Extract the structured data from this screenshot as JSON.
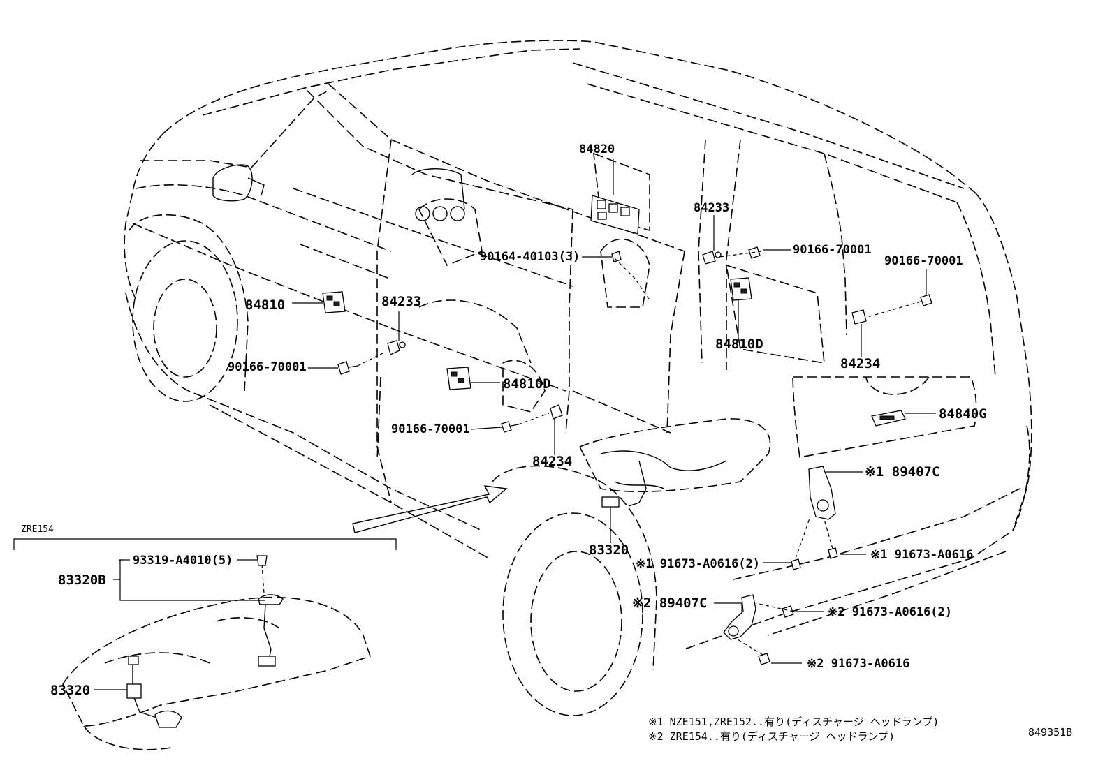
{
  "diagram": {
    "code": "849351B",
    "inset_label": "ZRE154",
    "labels": {
      "p84820": "84820",
      "p84233_right": "84233",
      "p90166_right_top": "90166-70001",
      "p90164": "90164-40103(3)",
      "p90166_far_right": "90166-70001",
      "p84810": "84810",
      "p84233_left": "84233",
      "p84810D_right": "84810D",
      "p90166_left": "90166-70001",
      "p84234_right": "84234",
      "p84810D_left": "84810D",
      "p84840G": "84840G",
      "p90166_mid": "90166-70001",
      "p84234_mid": "84234",
      "p89407C_1": "※1 89407C",
      "p83320": "83320",
      "p91673_1_right": "※1 91673-A0616",
      "p91673_1_left": "※1 91673-A0616(2)",
      "p89407C_2": "※2 89407C",
      "p91673_2_right": "※2 91673-A0616(2)",
      "p91673_2_bottom": "※2 91673-A0616",
      "p93319": "93319-A4010(5)",
      "p83320B": "83320B",
      "p83320_inset": "83320"
    },
    "notes": [
      "※1 NZE151,ZRE152..有り(ディスチャージ ヘッドランプ)",
      "※2 ZRE154..有り(ディスチャージ ヘッドランプ)"
    ]
  }
}
